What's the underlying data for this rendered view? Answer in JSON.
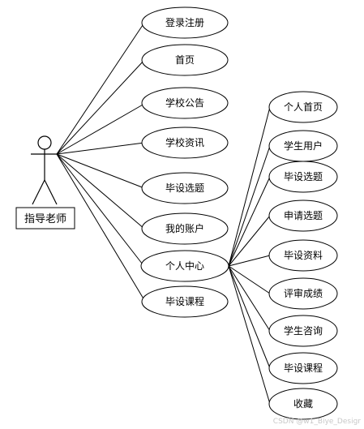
{
  "actor": {
    "label": "指导老师"
  },
  "use_cases_left": [
    {
      "label": "登录注册"
    },
    {
      "label": "首页"
    },
    {
      "label": "学校公告"
    },
    {
      "label": "学校资讯"
    },
    {
      "label": "毕设选题"
    },
    {
      "label": "我的账户"
    },
    {
      "label": "个人中心"
    },
    {
      "label": "毕设课程"
    }
  ],
  "use_cases_right": [
    {
      "label": "个人首页"
    },
    {
      "label": "学生用户"
    },
    {
      "label": "毕设选题"
    },
    {
      "label": "申请选题"
    },
    {
      "label": "毕设资料"
    },
    {
      "label": "评审成绩"
    },
    {
      "label": "学生咨询"
    },
    {
      "label": "毕设课程"
    },
    {
      "label": "收藏"
    }
  ],
  "watermark": "CSDN @w1_Biye_Desigr",
  "colors": {
    "stroke": "#000000",
    "background": "#ffffff",
    "watermark": "#c8c8c8"
  }
}
